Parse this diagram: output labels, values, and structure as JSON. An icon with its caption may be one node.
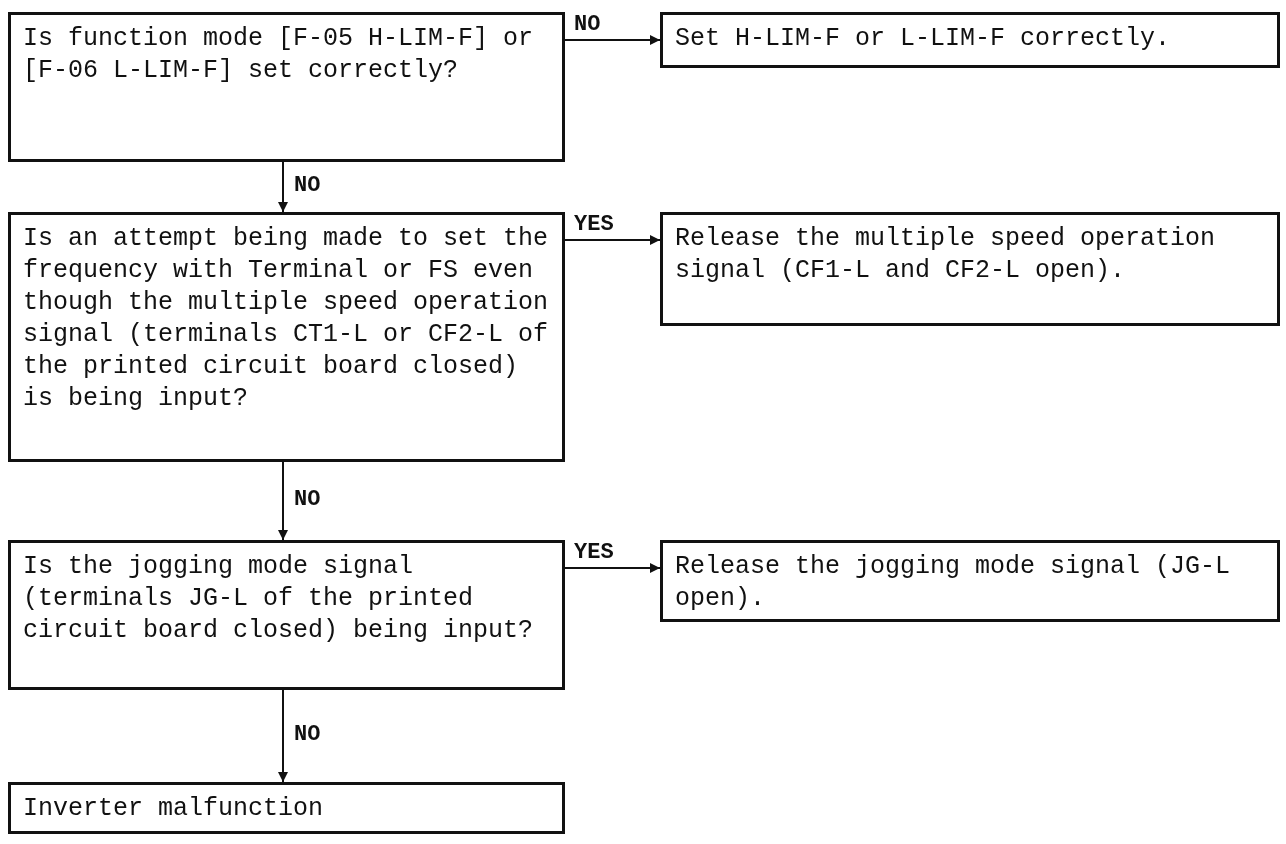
{
  "diagram": {
    "nodes": [
      {
        "text": [
          "Is function mode [F-05 H-LIM-F] or [F-06 L-LIM-F] set correctly?"
        ]
      },
      {
        "text": [
          "Set H-LIM-F or L-LIM-F correctly."
        ]
      },
      {
        "text": [
          "Is an attempt being made to set the frequency with Terminal or FS even though the multiple speed operation signal (terminals CT1-L or CF2-L of the printed circuit board closed) is being input?"
        ]
      },
      {
        "text": [
          "Release the multiple speed operation signal (CF1-L and CF2-L open)."
        ]
      },
      {
        "text": [
          "Is the jogging mode signal (terminals JG-L of the printed circuit board closed) being input?"
        ]
      },
      {
        "text": [
          "Release the jogging mode signal (JG-L open)."
        ]
      },
      {
        "text": [
          "Inverter malfunction"
        ]
      }
    ],
    "edges": [
      {
        "from": 0,
        "to": 1,
        "arrow": "to",
        "label": "NO"
      },
      {
        "from": 0,
        "to": 2,
        "arrow": "to",
        "label": "NO"
      },
      {
        "from": 2,
        "to": 3,
        "arrow": "to",
        "label": "YES"
      },
      {
        "from": 2,
        "to": 4,
        "arrow": "to",
        "label": "NO"
      },
      {
        "from": 4,
        "to": 5,
        "arrow": "to",
        "label": "YES"
      },
      {
        "from": 4,
        "to": 6,
        "arrow": "to",
        "label": "NO"
      }
    ]
  }
}
